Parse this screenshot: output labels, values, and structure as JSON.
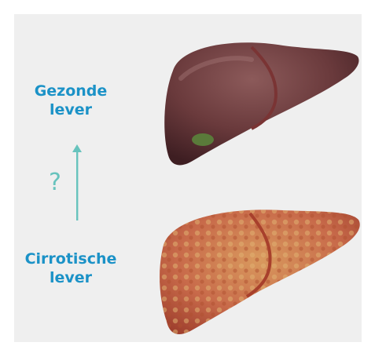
{
  "labels": {
    "healthy_line1": "Gezonde",
    "healthy_line2": "lever",
    "cirrhotic_line1": "Cirrotische",
    "cirrhotic_line2": "lever",
    "question": "?"
  },
  "colors": {
    "background_panel": "#efefef",
    "label_blue": "#1b92c7",
    "arrow_teal": "#67c3bd",
    "healthy_liver": "#6a3a3c",
    "cirrhotic_liver": "#c86a4a"
  },
  "icons": {
    "arrow": "arrow-up-icon",
    "healthy": "healthy-liver-icon",
    "cirrhotic": "cirrhotic-liver-icon"
  }
}
